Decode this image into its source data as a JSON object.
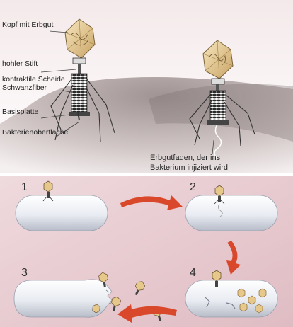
{
  "labels": {
    "head": "Kopf mit Erbgut",
    "tail_pin": "hohler Stift",
    "sheath": "kontraktile Scheide",
    "fibers": "Schwanzfiber",
    "baseplate": "Basisplatte",
    "surface": "Bakterienoberfläche",
    "dna_injected": "Erbgutfaden, der ins Bakterium injiziert wird"
  },
  "steps": [
    "1",
    "2",
    "3",
    "4"
  ],
  "colors": {
    "pink_bg": "#e7c9cf",
    "cell": "#eef0f4",
    "arrow": "#d9482a",
    "head": "#e8cf9a",
    "surface": "#b8a8a8"
  }
}
